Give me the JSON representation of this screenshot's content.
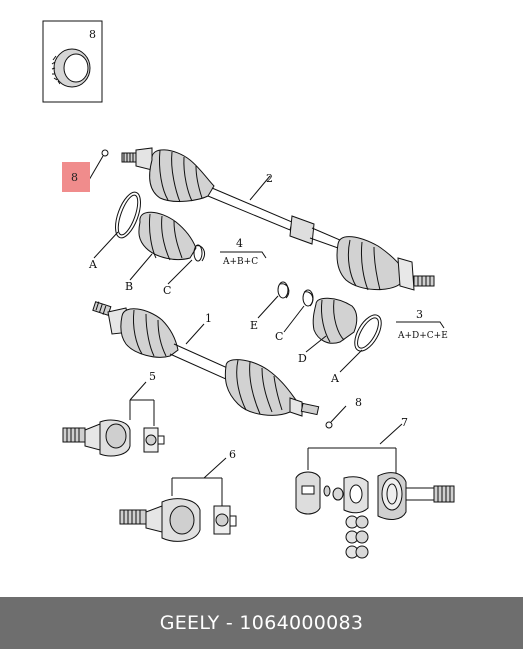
{
  "callouts": {
    "inset": "8",
    "top_ring": "8",
    "shaft_upper": "2",
    "kit4_num": "4",
    "kit4_parts": "A+B+C",
    "upper_A": "A",
    "upper_B": "B",
    "upper_C": "C",
    "shaft_lower": "1",
    "lower_C": "C",
    "lower_E": "E",
    "lower_D": "D",
    "lower_A": "A",
    "kit3_num": "3",
    "kit3_parts": "A+D+C+E",
    "ring_lower": "8",
    "joint5": "5",
    "joint6": "6",
    "joint7": "7"
  },
  "hotspot": {
    "label": "8",
    "color": "#f08c8c"
  },
  "footer": {
    "text": "GEELY - 1064000083",
    "background": "#6e6e6e"
  }
}
